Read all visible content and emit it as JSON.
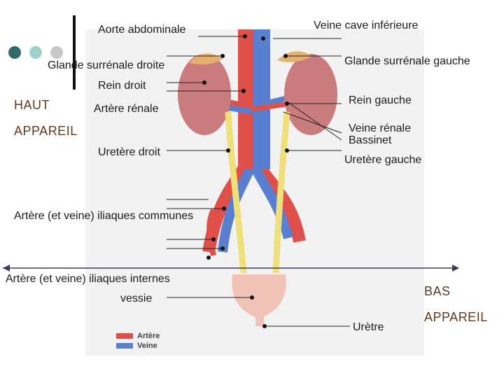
{
  "decoration": {
    "dots": [
      "#2f6b6b",
      "#9fd0d0",
      "#c8c8c8"
    ]
  },
  "labels": {
    "aorte": "Aorte abdominale",
    "veine_cave": "Veine cave inférieure",
    "glande_droite": "Glande surrénale droite",
    "glande_gauche": "Glande surrénale gauche",
    "rein_droit": "Rein droit",
    "artere_renale": "Artère rénale",
    "rein_gauche": "Rein gauche",
    "veine_renale": "Veine rénale",
    "bassinet": "Bassinet",
    "uretere_droit": "Uretère droit",
    "uretere_gauche": "Uretère gauche",
    "iliaques_communes": "Artère (et veine) iliaques communes",
    "iliaques_internes": "Artère (et veine) iliaques internes",
    "vessie": "vessie",
    "uretre": "Urètre"
  },
  "orientation": {
    "haut": "HAUT",
    "appareil_top": "APPAREIL",
    "bas": "BAS",
    "appareil_bottom": "APPAREIL"
  },
  "legend": {
    "artere": "Artère",
    "veine": "Veine",
    "artere_color": "#e0504a",
    "veine_color": "#5a7fd0"
  },
  "colors": {
    "artery": "#e0504a",
    "vein": "#5a7fd0",
    "kidney": "#c97b7e",
    "gland": "#e8b070",
    "ureter": "#efe07a",
    "bladder": "#f0c2b8"
  }
}
